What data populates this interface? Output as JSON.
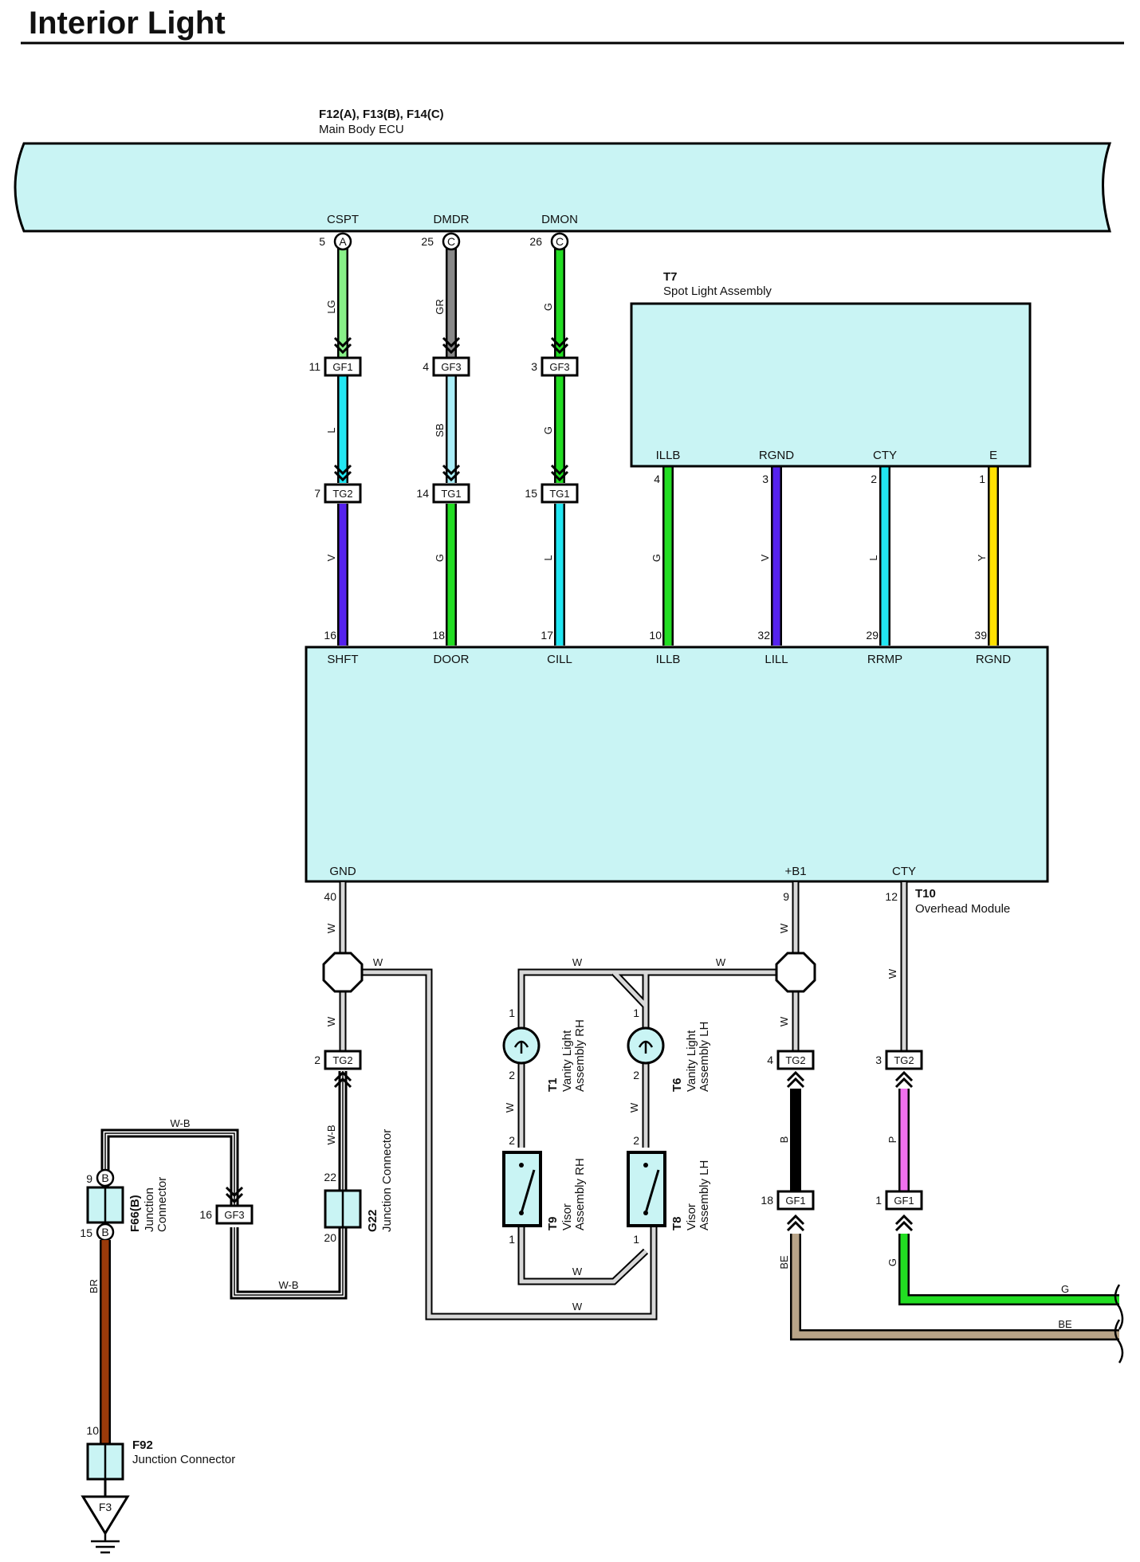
{
  "title": "Interior Light",
  "colors": {
    "box_fill": "#c9f4f4",
    "LG": "#88f088",
    "GR": "#888888",
    "G": "#22dd22",
    "L": "#22e6f2",
    "SB": "#aaeef8",
    "V": "#5522ee",
    "Y": "#ffe000",
    "W": "#d8d8d8",
    "B": "#000000",
    "P": "#f070ee",
    "BR": "#9a3a0a",
    "BE": "#b8a488"
  },
  "components": {
    "main_ecu": {
      "id": "F12(A), F13(B), F14(C)",
      "name": "Main Body ECU"
    },
    "spot_light": {
      "id": "T7",
      "name": "Spot Light Assembly"
    },
    "overhead": {
      "id": "T10",
      "name": "Overhead Module"
    },
    "vanity_rh": {
      "id": "T1",
      "name_1": "Vanity Light",
      "name_2": "Assembly RH"
    },
    "vanity_lh": {
      "id": "T6",
      "name_1": "Vanity Light",
      "name_2": "Assembly LH"
    },
    "visor_rh": {
      "id": "T9",
      "name_1": "Visor",
      "name_2": "Assembly RH"
    },
    "visor_lh": {
      "id": "T8",
      "name_1": "Visor",
      "name_2": "Assembly LH"
    },
    "f66": {
      "id": "F66(B)",
      "name_1": "Junction",
      "name_2": "Connector"
    },
    "g22": {
      "id": "G22",
      "name": "Junction Connector"
    },
    "f92": {
      "id": "F92",
      "name": "Junction Connector"
    },
    "ground": {
      "id": "F3"
    }
  },
  "ecu_pins": [
    {
      "name": "CSPT",
      "num": "5",
      "letter": "A"
    },
    {
      "name": "DMDR",
      "num": "25",
      "letter": "C"
    },
    {
      "name": "DMON",
      "num": "26",
      "letter": "C"
    }
  ],
  "spot_pins": [
    {
      "name": "ILLB",
      "num": "4"
    },
    {
      "name": "RGND",
      "num": "3"
    },
    {
      "name": "CTY",
      "num": "2"
    },
    {
      "name": "E",
      "num": "1"
    }
  ],
  "overhead_top_pins": [
    {
      "name": "SHFT",
      "num": "16"
    },
    {
      "name": "DOOR",
      "num": "18"
    },
    {
      "name": "CILL",
      "num": "17"
    },
    {
      "name": "ILLB",
      "num": "10"
    },
    {
      "name": "LILL",
      "num": "32"
    },
    {
      "name": "RRMP",
      "num": "29"
    },
    {
      "name": "RGND",
      "num": "39"
    }
  ],
  "overhead_bottom_pins": [
    {
      "name": "GND",
      "num": "40"
    },
    {
      "name": "+B1",
      "num": "9"
    },
    {
      "name": "CTY",
      "num": "12"
    }
  ],
  "inline_connectors": [
    {
      "code": "GF1",
      "num": "11"
    },
    {
      "code": "GF3",
      "num": "4"
    },
    {
      "code": "GF3",
      "num": "3"
    },
    {
      "code": "TG2",
      "num": "7"
    },
    {
      "code": "TG1",
      "num": "14"
    },
    {
      "code": "TG1",
      "num": "15"
    },
    {
      "code": "TG2",
      "num": "2"
    },
    {
      "code": "TG2",
      "num": "4"
    },
    {
      "code": "TG2",
      "num": "3"
    },
    {
      "code": "GF1",
      "num": "18"
    },
    {
      "code": "GF1",
      "num": "1"
    },
    {
      "code": "GF3",
      "num": "16"
    }
  ],
  "wire_labels": {
    "col1": [
      "LG",
      "L",
      "V"
    ],
    "col2": [
      "GR",
      "SB",
      "G"
    ],
    "col3": [
      "G",
      "G",
      "L"
    ],
    "spot": [
      "G",
      "V",
      "L",
      "Y"
    ],
    "gnd_a": "W",
    "gnd_b": "W",
    "gnd_c": "W-B",
    "w_top_left": "W",
    "w_top_mid": "W",
    "w_top_right": "W",
    "w_rh": "W",
    "w_lh": "W",
    "w_bot_inner": "W",
    "w_bot_outer": "W",
    "b1_a": "W",
    "b1_b": "W",
    "b1_c": "B",
    "b1_d": "BE",
    "cty_a": "W",
    "cty_b": "P",
    "cty_c": "G",
    "wb_top": "W-B",
    "wb_bot": "W-B",
    "br": "BR",
    "g_out": "G",
    "be_out": "BE"
  },
  "pin_nums": {
    "vanity_rh_1": "1",
    "vanity_rh_2": "2",
    "vanity_lh_1": "1",
    "vanity_lh_2": "2",
    "visor_rh_2": "2",
    "visor_rh_1": "1",
    "visor_lh_2": "2",
    "visor_lh_1": "1",
    "f66_9": "9",
    "f66_15": "15",
    "f66_b1": "B",
    "f66_b2": "B",
    "g22_22": "22",
    "g22_20": "20",
    "f92_10": "10"
  }
}
